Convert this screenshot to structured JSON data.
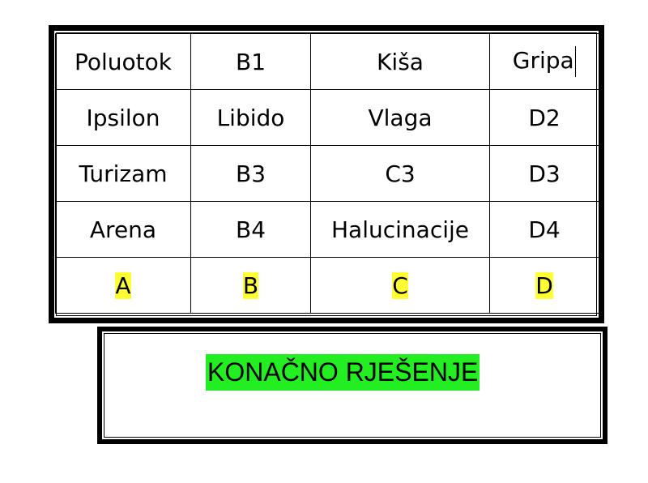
{
  "grid": {
    "rows": [
      [
        "Poluotok",
        "B1",
        "Kiša",
        "Gripa"
      ],
      [
        "Ipsilon",
        "Libido",
        "Vlaga",
        "D2"
      ],
      [
        "Turizam",
        "B3",
        "C3",
        "D3"
      ],
      [
        "Arena",
        "B4",
        "Halucinacije",
        "D4"
      ]
    ],
    "column_solutions": [
      "A",
      "B",
      "C",
      "D"
    ]
  },
  "final": {
    "label": "KONAČNO RJEŠENJE"
  },
  "colors": {
    "column_solution_highlight": "#ffff33",
    "final_highlight": "#22ee22",
    "border": "#000000"
  }
}
